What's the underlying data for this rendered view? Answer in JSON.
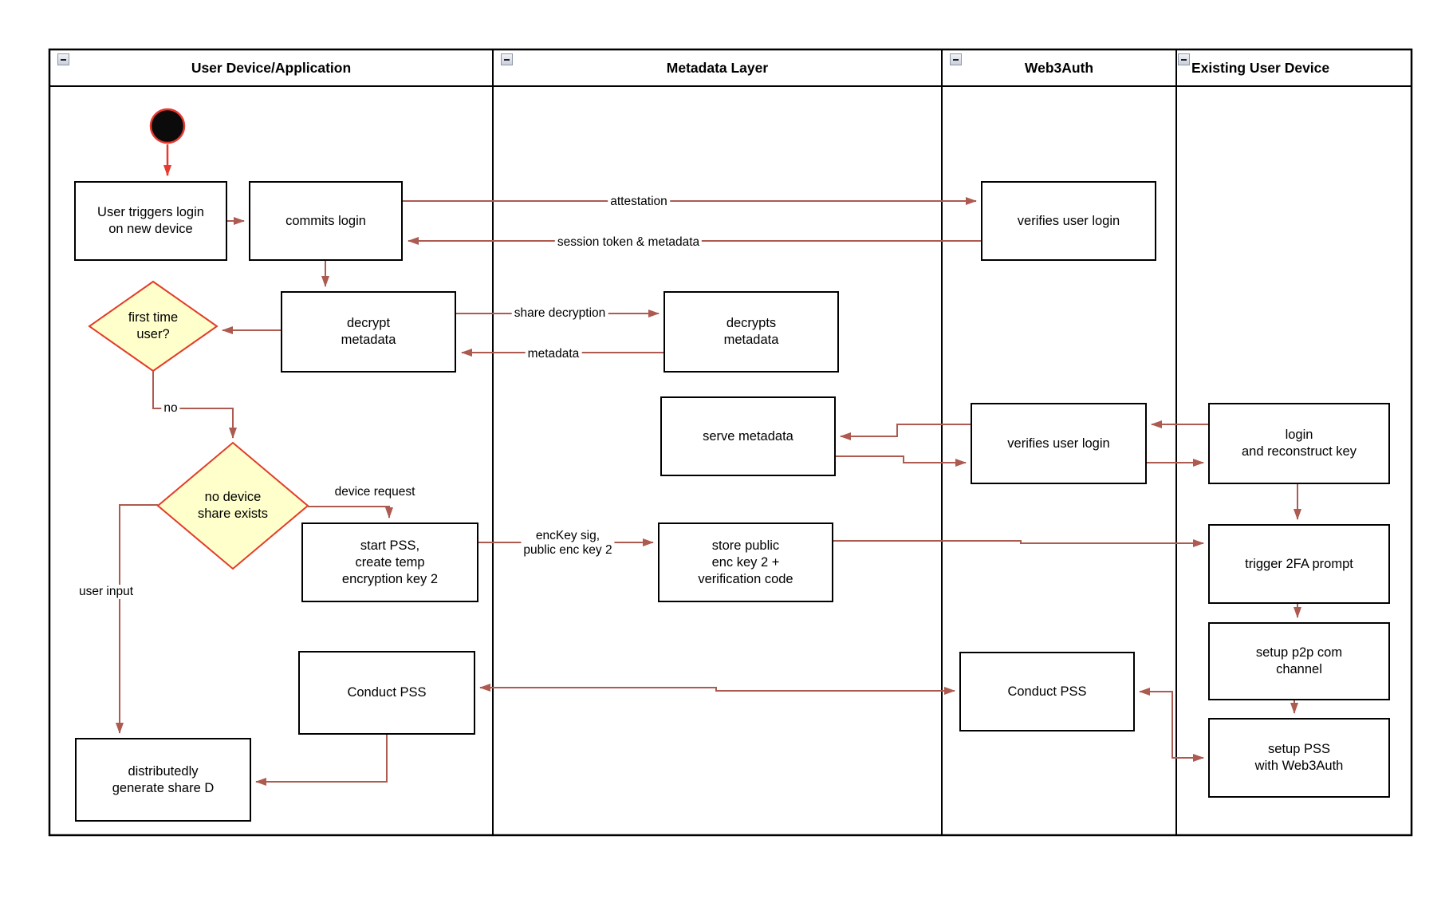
{
  "colors": {
    "connector": "#ad5a50",
    "start_arrow": "#e8392f",
    "diamond_fill": "#ffffcc",
    "diamond_border": "#e23d28",
    "node_border": "#000000",
    "node_fill": "#ffffff"
  },
  "lanes": [
    {
      "label": "User Device/Application"
    },
    {
      "label": "Metadata Layer"
    },
    {
      "label": "Web3Auth"
    },
    {
      "label": "Existing User Device"
    }
  ],
  "nodes": {
    "user_triggers": {
      "label": "User triggers login\non new device"
    },
    "commits_login": {
      "label": "commits login"
    },
    "verifies_user_login_1": {
      "label": "verifies user login"
    },
    "decrypt_metadata": {
      "label": "decrypt\nmetadata"
    },
    "decrypts_metadata": {
      "label": "decrypts\nmetadata"
    },
    "first_time_user": {
      "label": "first time\nuser?"
    },
    "serve_metadata": {
      "label": "serve metadata"
    },
    "verifies_user_login_2": {
      "label": "verifies user login"
    },
    "login_reconstruct": {
      "label": "login\nand reconstruct key"
    },
    "no_device_share": {
      "label": "no device\nshare exists"
    },
    "start_pss": {
      "label": "start PSS,\ncreate temp\nencryption key 2"
    },
    "store_public": {
      "label": "store public\nenc key 2 +\nverification code"
    },
    "trigger_2fa": {
      "label": "trigger 2FA prompt"
    },
    "setup_p2p": {
      "label": "setup p2p com\nchannel"
    },
    "setup_pss": {
      "label": "setup PSS\nwith Web3Auth"
    },
    "conduct_pss_app": {
      "label": "Conduct PSS"
    },
    "conduct_pss_web3auth": {
      "label": "Conduct PSS"
    },
    "distributedly_generate": {
      "label": "distributedly\ngenerate share D"
    }
  },
  "edge_labels": {
    "attestation": "attestation",
    "session_token": "session token & metadata",
    "share_decryption": "share decryption",
    "metadata_return": "metadata",
    "no": "no",
    "device_request": "device request",
    "enckey": "encKey sig,\npublic enc key 2",
    "user_input": "user input"
  }
}
